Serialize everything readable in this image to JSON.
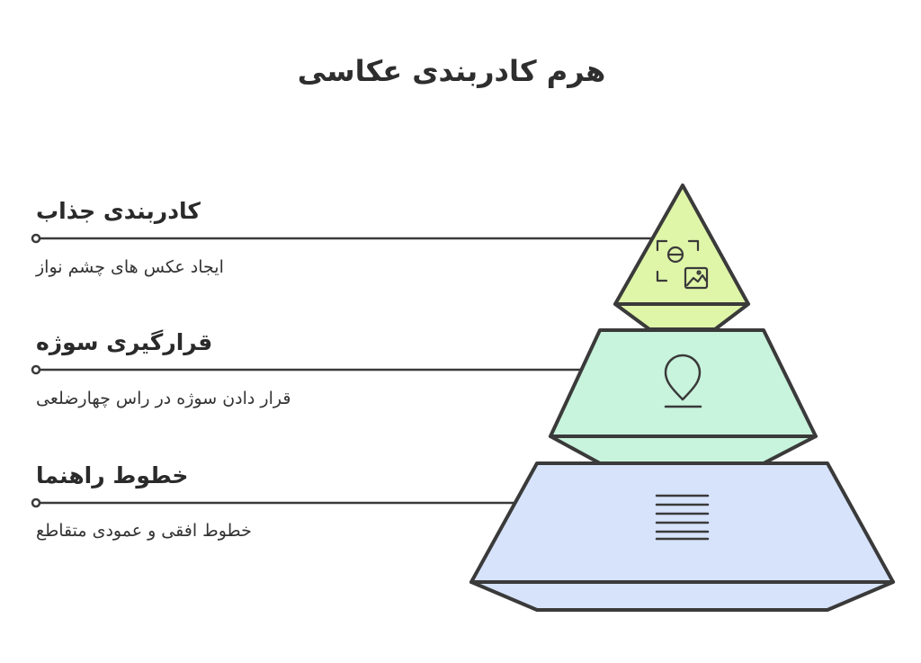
{
  "title": "هرم کادربندی عکاسی",
  "levels": [
    {
      "heading": "کادربندی جذاب",
      "description": "ایجاد عکس های چشم نواز",
      "icon": "photo-frame-icon",
      "color": "#dff5a8"
    },
    {
      "heading": "قرارگیری سوژه",
      "description": "قرار دادن سوژه در راس چهارضلعی",
      "icon": "location-pin-icon",
      "color": "#c8f3dc"
    },
    {
      "heading": "خطوط راهنما",
      "description": "خطوط افقی و عمودی متقاطع",
      "icon": "lines-icon",
      "color": "#d6e3fb"
    }
  ],
  "colors": {
    "outline": "#3a3a3a"
  }
}
